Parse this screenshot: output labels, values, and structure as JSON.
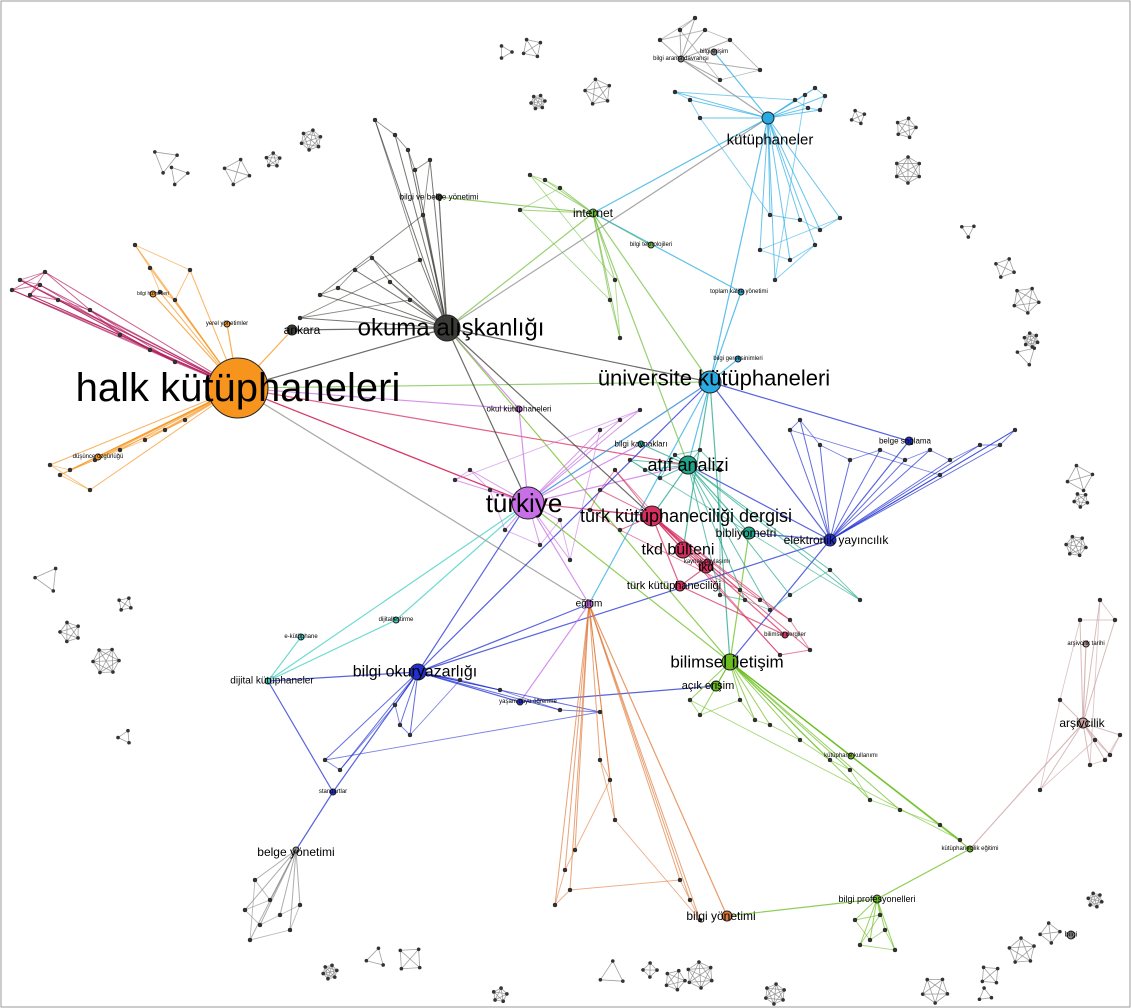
{
  "figure": {
    "type": "keyword co-occurrence network",
    "background": "#ffffff"
  },
  "clusters": {
    "orange": "#f7941d",
    "black": "#3a3a36",
    "cyan": "#29abe2",
    "purple": "#c86ee6",
    "teal": "#1fa58a",
    "crimson": "#d62f5f",
    "green": "#76c043",
    "lime": "#6abd1e",
    "blue": "#1f2fd1",
    "magenta": "#b0195a",
    "gray": "#8a8a8a",
    "rose": "#c9a0a0",
    "aqua": "#3ecfc4",
    "copper": "#e07a3a"
  },
  "nodes": [
    {
      "id": "hk",
      "label": "halk kütüphaneleri",
      "cluster": "orange",
      "size": 30,
      "font": 40
    },
    {
      "id": "ok",
      "label": "okuma alışkanlığı",
      "cluster": "black",
      "size": 13,
      "font": 24
    },
    {
      "id": "tr",
      "label": "türkiye",
      "cluster": "purple",
      "size": 16,
      "font": 26
    },
    {
      "id": "uk",
      "label": "üniversite kütüphaneleri",
      "cluster": "cyan",
      "size": 11,
      "font": 22
    },
    {
      "id": "aa",
      "label": "atıf analizi",
      "cluster": "teal",
      "size": 9,
      "font": 18
    },
    {
      "id": "tkdd",
      "label": "türk kütüphaneciliği dergisi",
      "cluster": "crimson",
      "size": 10,
      "font": 18
    },
    {
      "id": "tkdb",
      "label": "tkd bülteni",
      "cluster": "crimson",
      "size": 8,
      "font": 16
    },
    {
      "id": "tkd",
      "label": "tkd",
      "cluster": "crimson",
      "size": 6,
      "font": 12
    },
    {
      "id": "tku",
      "label": "türk kütüphaneciliği",
      "cluster": "crimson",
      "size": 5,
      "font": 11
    },
    {
      "id": "kut",
      "label": "kütüphaneler",
      "cluster": "cyan",
      "size": 6,
      "font": 15
    },
    {
      "id": "bil",
      "label": "bilimsel iletişim",
      "cluster": "lime",
      "size": 8,
      "font": 17
    },
    {
      "id": "bok",
      "label": "bilgi okuryazarlığı",
      "cluster": "blue",
      "size": 8,
      "font": 16
    },
    {
      "id": "egt",
      "label": "eğitim",
      "cluster": "purple",
      "size": 4,
      "font": 10
    },
    {
      "id": "int",
      "label": "internet",
      "cluster": "green",
      "size": 4,
      "font": 12
    },
    {
      "id": "ank",
      "label": "ankara",
      "cluster": "black",
      "size": 5,
      "font": 12
    },
    {
      "id": "bbm",
      "label": "bibliyometri",
      "cluster": "teal",
      "size": 6,
      "font": 12
    },
    {
      "id": "ey",
      "label": "elektronik yayıncılık",
      "cluster": "blue",
      "size": 6,
      "font": 12
    },
    {
      "id": "ace",
      "label": "açık erişim",
      "cluster": "lime",
      "size": 5,
      "font": 11
    },
    {
      "id": "by",
      "label": "bilgi yönetimi",
      "cluster": "copper",
      "size": 5,
      "font": 12
    },
    {
      "id": "bp",
      "label": "bilgi profesyonelleri",
      "cluster": "lime",
      "size": 4,
      "font": 9
    },
    {
      "id": "ark",
      "label": "arşivcilik",
      "cluster": "rose",
      "size": 5,
      "font": 12
    },
    {
      "id": "bgy",
      "label": "belge yönetimi",
      "cluster": "gray",
      "size": 3,
      "font": 12
    },
    {
      "id": "dk",
      "label": "dijital kütüphaneler",
      "cluster": "aqua",
      "size": 3,
      "font": 10
    },
    {
      "id": "bvb",
      "label": "bilgi ve belge yönetimi",
      "cluster": "black",
      "size": 3,
      "font": 8
    },
    {
      "id": "okk",
      "label": "okul kütüphaneleri",
      "cluster": "purple",
      "size": 3,
      "font": 8
    },
    {
      "id": "bkay",
      "label": "bilgi kaynakları",
      "cluster": "teal",
      "size": 3,
      "font": 8
    },
    {
      "id": "bs",
      "label": "belge sağlama",
      "cluster": "blue",
      "size": 4,
      "font": 8
    },
    {
      "id": "stn",
      "label": "standartlar",
      "cluster": "blue",
      "size": 3,
      "font": 6
    },
    {
      "id": "tb",
      "label": "toplam kalite yönetimi",
      "cluster": "cyan",
      "size": 3,
      "font": 6
    },
    {
      "id": "ysd",
      "label": "yaşam boyu öğrenme",
      "cluster": "blue",
      "size": 3,
      "font": 6
    },
    {
      "id": "bke",
      "label": "kütüphanecilik eğitimi",
      "cluster": "lime",
      "size": 3,
      "font": 6
    },
    {
      "id": "ba",
      "label": "bilgi arama davranışı",
      "cluster": "gray",
      "size": 3,
      "font": 6
    },
    {
      "id": "bilg",
      "label": "bilgi",
      "cluster": "gray",
      "size": 4,
      "font": 7
    },
    {
      "id": "bt",
      "label": "bilgi teknolojileri",
      "cluster": "green",
      "size": 3,
      "font": 6
    },
    {
      "id": "dig",
      "label": "dijitalleştirme",
      "cluster": "aqua",
      "size": 3,
      "font": 6
    },
    {
      "id": "ekt",
      "label": "e-kütüphane",
      "cluster": "aqua",
      "size": 3,
      "font": 6
    },
    {
      "id": "yer",
      "label": "yerel yönetimler",
      "cluster": "orange",
      "size": 3,
      "font": 6
    },
    {
      "id": "dus",
      "label": "düşünce özgürlüğü",
      "cluster": "orange",
      "size": 3,
      "font": 6
    },
    {
      "id": "bil2",
      "label": "bilgi hizmetleri",
      "cluster": "orange",
      "size": 3,
      "font": 5
    },
    {
      "id": "bge",
      "label": "bilgi gereksinimleri",
      "cluster": "cyan",
      "size": 3,
      "font": 6
    },
    {
      "id": "bgi",
      "label": "bilgi erişim",
      "cluster": "gray",
      "size": 3,
      "font": 6
    },
    {
      "id": "ars",
      "label": "arşivcilik tarihi",
      "cluster": "rose",
      "size": 3,
      "font": 6
    },
    {
      "id": "bmp",
      "label": "bilimsel dergiler",
      "cluster": "crimson",
      "size": 3,
      "font": 6
    },
    {
      "id": "ksu",
      "label": "kütüphane kullanımı",
      "cluster": "lime",
      "size": 3,
      "font": 6
    },
    {
      "id": "kay",
      "label": "kaynak paylaşımı",
      "cluster": "crimson",
      "size": 3,
      "font": 6
    }
  ]
}
